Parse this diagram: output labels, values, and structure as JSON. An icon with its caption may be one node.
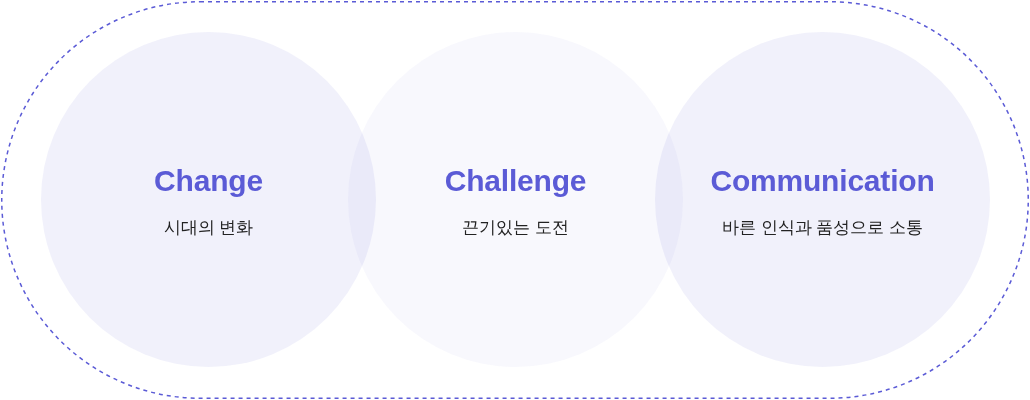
{
  "diagram": {
    "nodes": [
      {
        "text": [],
        "shape": "box"
      },
      {
        "text": [
          "Change",
          "시대의 변화"
        ],
        "in": 0
      },
      {
        "text": [
          "Challenge",
          "끈기있는 도전"
        ],
        "in": 0
      },
      {
        "text": [
          "Communication",
          "바른 인식과 품성으로 소통"
        ],
        "in": 0
      }
    ]
  }
}
